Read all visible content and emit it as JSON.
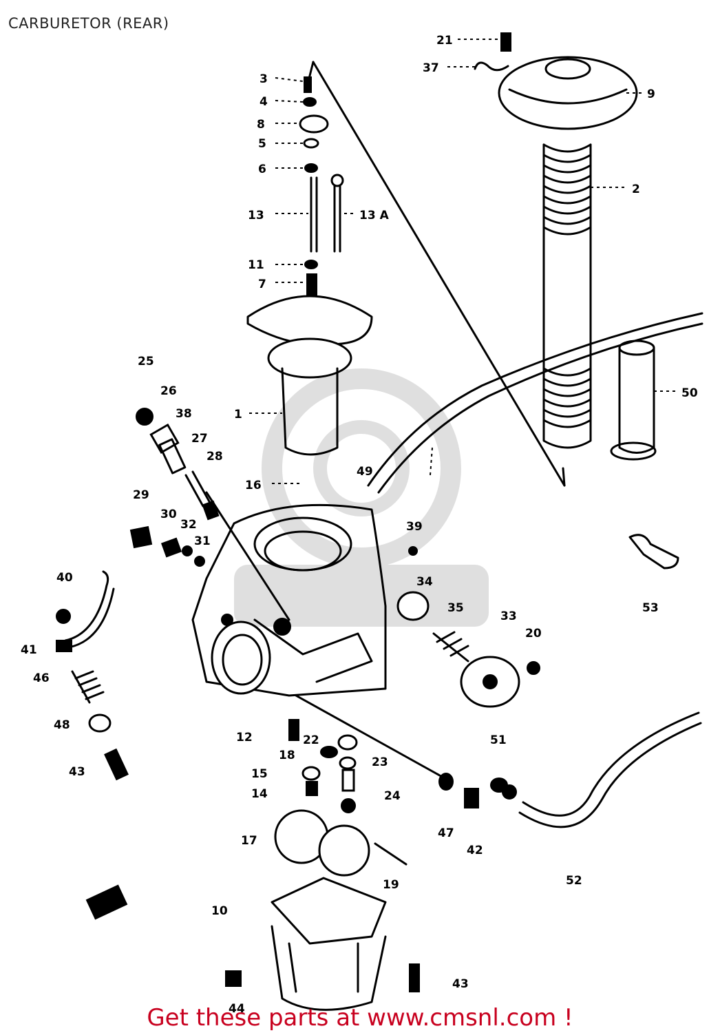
{
  "title": "CARBURETOR (REAR)",
  "footer_text": "Get these parts at www.cmsnl.com !",
  "watermark_icon": "cmsnl-logo-watermark",
  "accent_color": "#c8001e",
  "callouts": [
    "3",
    "4",
    "8",
    "5",
    "6",
    "13",
    "13 A",
    "11",
    "7",
    "21",
    "37",
    "9",
    "2",
    "50",
    "1",
    "25",
    "26",
    "38",
    "27",
    "28",
    "16",
    "49",
    "39",
    "29",
    "30",
    "32",
    "31",
    "40",
    "41",
    "46",
    "48",
    "43",
    "34",
    "35",
    "33",
    "20",
    "53",
    "12",
    "22",
    "18",
    "23",
    "15",
    "14",
    "24",
    "17",
    "47",
    "42",
    "51",
    "52",
    "19",
    "10",
    "43",
    "44"
  ]
}
